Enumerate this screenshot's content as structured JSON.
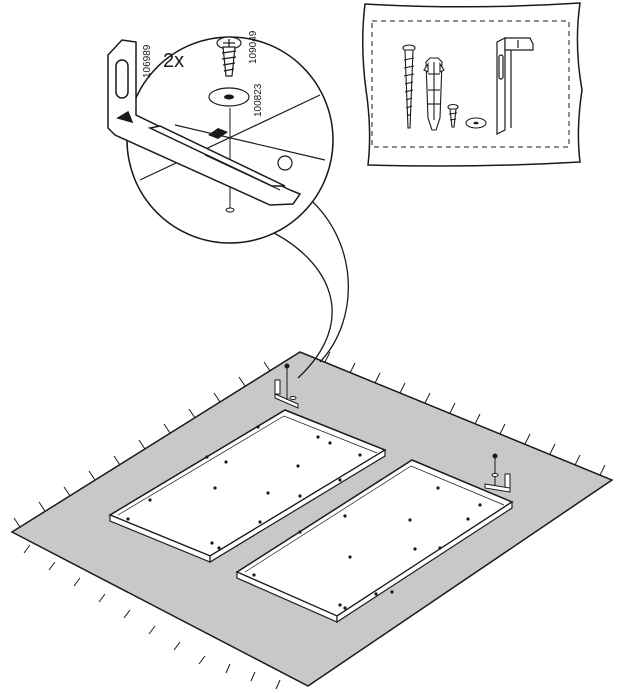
{
  "instruction_step": {
    "quantity_label": "2x",
    "part_numbers": {
      "bracket": "106989",
      "screw": "109049",
      "washer": "100823"
    },
    "colors": {
      "line": "#1a1a1a",
      "floor_cloth": "#c8c8c8",
      "panel": "#ffffff"
    },
    "icons": [
      "wall-bracket-icon",
      "screw-icon",
      "washer-icon",
      "long-screw-icon",
      "wall-plug-icon",
      "short-screw-icon"
    ]
  }
}
